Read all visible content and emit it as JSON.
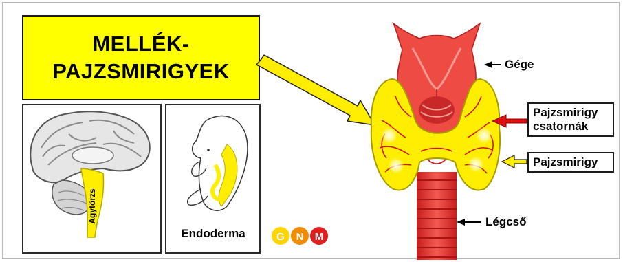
{
  "title": {
    "line1": "MELLÉK-",
    "line2": "PAJZSMIRIGYEK"
  },
  "panels": {
    "brain": {
      "label": "Agytörzs"
    },
    "embryo": {
      "label": "Endoderma"
    }
  },
  "labels": {
    "larynx": "Gége",
    "ducts_line1": "Pajzsmirigy",
    "ducts_line2": "csatornák",
    "thyroid": "Pajzsmirigy",
    "trachea": "Légcső"
  },
  "logo": {
    "letters": [
      "G",
      "N",
      "M"
    ]
  },
  "colors": {
    "highlight": "#ffff00",
    "tissue_red": "#e8382e",
    "thyroid_yellow": "#ffee00",
    "arrow_red": "#e01010"
  }
}
